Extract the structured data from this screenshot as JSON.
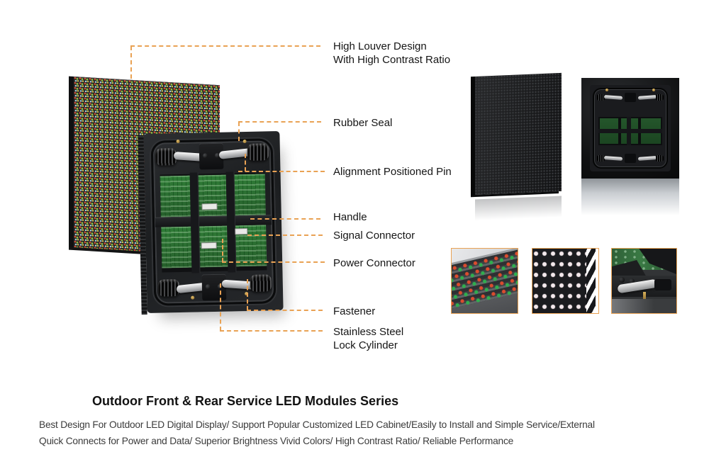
{
  "palette": {
    "accent_orange": "#E9A254",
    "pcb_green": "#2F7D37",
    "led_red": "#CF5138",
    "led_green": "#93C94A",
    "led_blue": "#A9D6E4",
    "led_yellow": "#D8C852"
  },
  "callouts": {
    "high_louver": {
      "line1": "High Louver Design",
      "line2": "With High Contrast Ratio"
    },
    "rubber_seal": {
      "line1": "Rubber Seal"
    },
    "alignment_pin": {
      "line1": "Alignment Positioned Pin"
    },
    "handle": {
      "line1": "Handle"
    },
    "signal_connector": {
      "line1": "Signal Connector"
    },
    "power_connector": {
      "line1": "Power Connector"
    },
    "fastener": {
      "line1": "Fastener"
    },
    "lock_cylinder": {
      "line1": "Stainless Steel",
      "line2": "Lock Cylinder"
    }
  },
  "footer": {
    "title": "Outdoor Front & Rear Service LED Modules Series",
    "description_line1": "Best Design For Outdoor LED Digital Display/ Support Popular Customized LED Cabinet/Easily to Install and Simple Service/External",
    "description_line2": "Quick Connects for Power and Data/ Superior Brightness Vivid Colors/ High Contrast Ratio/ Reliable Performance"
  }
}
